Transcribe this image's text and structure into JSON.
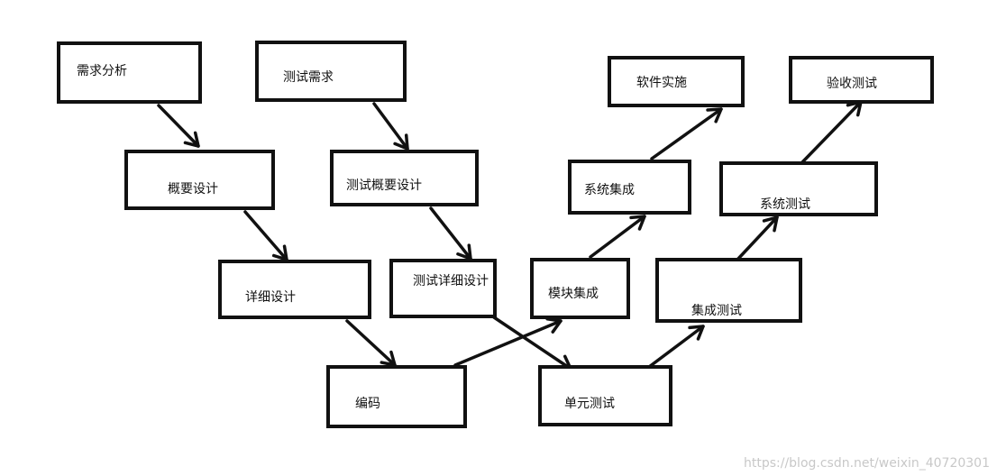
{
  "diagram": {
    "boxes": [
      {
        "id": "req",
        "label": "需求分析"
      },
      {
        "id": "test_req",
        "label": "测试需求"
      },
      {
        "id": "outline",
        "label": "概要设计"
      },
      {
        "id": "test_outline",
        "label": "测试概要设计"
      },
      {
        "id": "detail",
        "label": "详细设计"
      },
      {
        "id": "test_detail",
        "label": "测试详细设计"
      },
      {
        "id": "coding",
        "label": "编码"
      },
      {
        "id": "unit_test",
        "label": "单元测试"
      },
      {
        "id": "module_int",
        "label": "模块集成"
      },
      {
        "id": "int_test",
        "label": "集成测试"
      },
      {
        "id": "sys_int",
        "label": "系统集成"
      },
      {
        "id": "sys_test",
        "label": "系统测试"
      },
      {
        "id": "deploy",
        "label": "软件实施"
      },
      {
        "id": "accept_test",
        "label": "验收测试"
      }
    ],
    "arrows": [
      {
        "from": "req",
        "to": "outline"
      },
      {
        "from": "outline",
        "to": "detail"
      },
      {
        "from": "detail",
        "to": "coding"
      },
      {
        "from": "coding",
        "to": "module_int"
      },
      {
        "from": "module_int",
        "to": "sys_int"
      },
      {
        "from": "sys_int",
        "to": "deploy"
      },
      {
        "from": "test_req",
        "to": "test_outline"
      },
      {
        "from": "test_outline",
        "to": "test_detail"
      },
      {
        "from": "test_detail",
        "to": "unit_test"
      },
      {
        "from": "unit_test",
        "to": "int_test"
      },
      {
        "from": "int_test",
        "to": "sys_test"
      },
      {
        "from": "sys_test",
        "to": "accept_test"
      }
    ],
    "stroke_color": "#111111"
  },
  "watermark": "https://blog.csdn.net/weixin_40720301"
}
